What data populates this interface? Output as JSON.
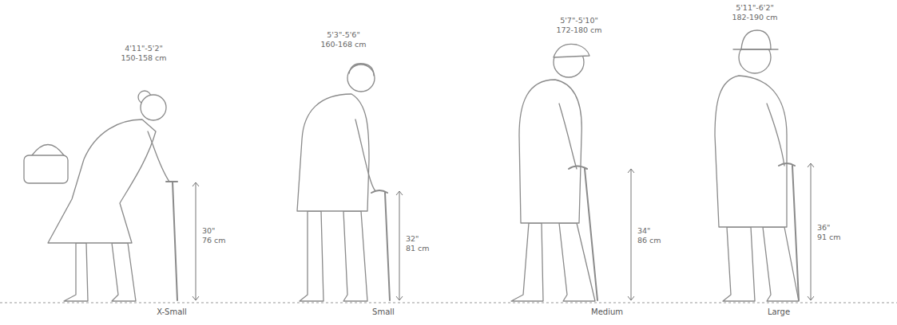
{
  "diagram": {
    "labels": [
      "4'11\"-5'2\"",
      "150-158 cm",
      "5'3\"-5'6\"",
      "160-168 cm",
      "5'7\"-5'10\"",
      "172-180 cm",
      "5'11\"-6'2\"",
      "182-190 cm",
      "30\"",
      "76 cm",
      "32\"",
      "81 cm",
      "34\"",
      "86 cm",
      "36\"",
      "91 cm",
      "X-Small",
      "Small",
      "Medium",
      "Large"
    ]
  }
}
